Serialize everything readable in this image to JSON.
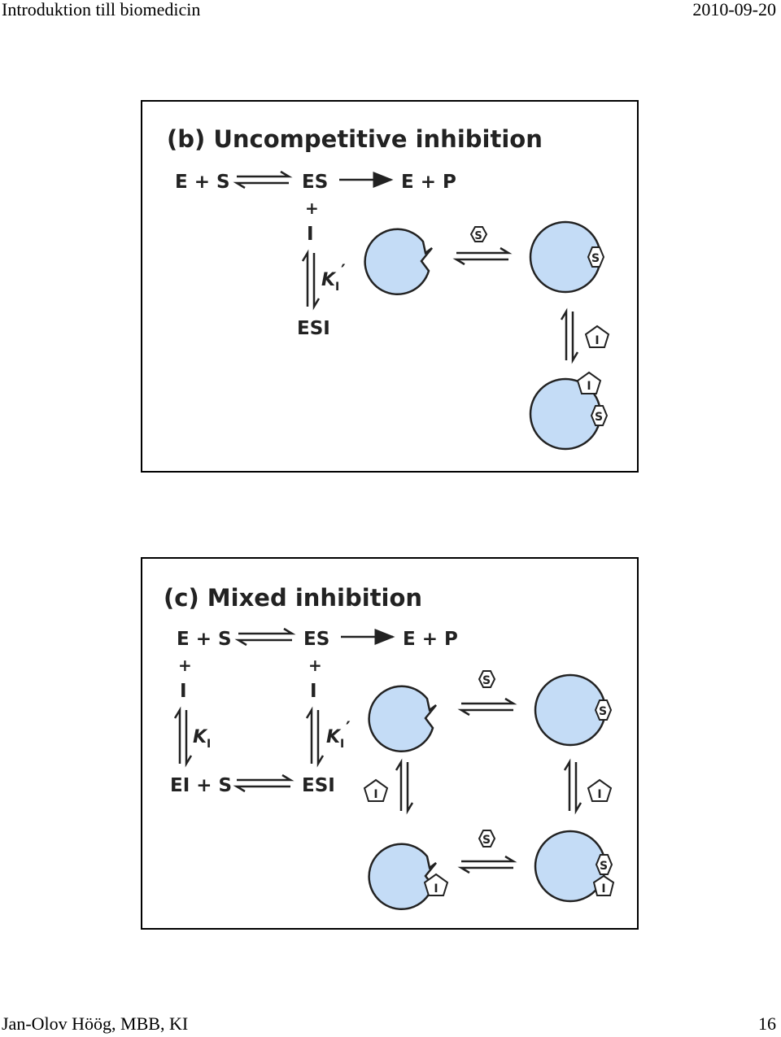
{
  "header": {
    "left": "Introduktion till biomedicin",
    "right": "2010-09-20"
  },
  "footer": {
    "left": "Jan-Olov Höög, MBB, KI",
    "right": "16"
  },
  "colors": {
    "enzyme_fill": "#c4dcf6",
    "outline": "#222222"
  },
  "panel_b": {
    "title": "(b) Uncompetitive inhibition",
    "eq_es": "E + S",
    "eq_es_complex": "ES",
    "eq_ep": "E + P",
    "plus": "+",
    "inhibitor": "I",
    "k_symbol": "K",
    "k_sub": "I",
    "k_prime": "′",
    "esi": "ESI",
    "substrate_label": "S",
    "inhibitor_label": "I"
  },
  "panel_c": {
    "title": "(c) Mixed inhibition",
    "eq_es": "E + S",
    "eq_es_complex": "ES",
    "eq_ep": "E + P",
    "plus": "+",
    "inhibitor": "I",
    "k_symbol": "K",
    "k_sub": "I",
    "k_prime": "′",
    "ei_s": "EI + S",
    "esi": "ESI",
    "substrate_label": "S",
    "inhibitor_label": "I"
  }
}
